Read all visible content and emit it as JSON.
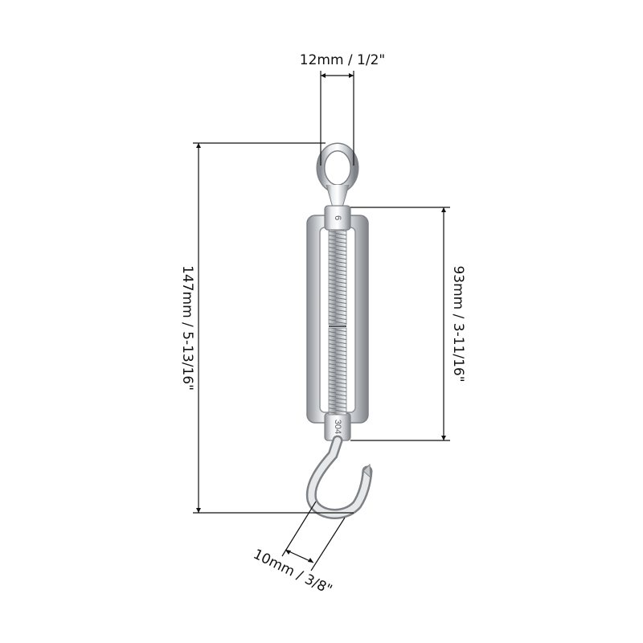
{
  "dimensions": {
    "eye_width": "12mm / 1/2\"",
    "overall_length": "147mm / 5-13/16\"",
    "body_length": "93mm / 3-11/16\"",
    "hook_opening": "10mm / 3/8\""
  },
  "body_markings": {
    "top": "6",
    "bottom": "304"
  },
  "colors": {
    "background": "#ffffff",
    "dimension_line": "#111111",
    "metal_light": "#f2f3f4",
    "metal_mid": "#c4c7ca",
    "metal_dark": "#7d8186"
  }
}
